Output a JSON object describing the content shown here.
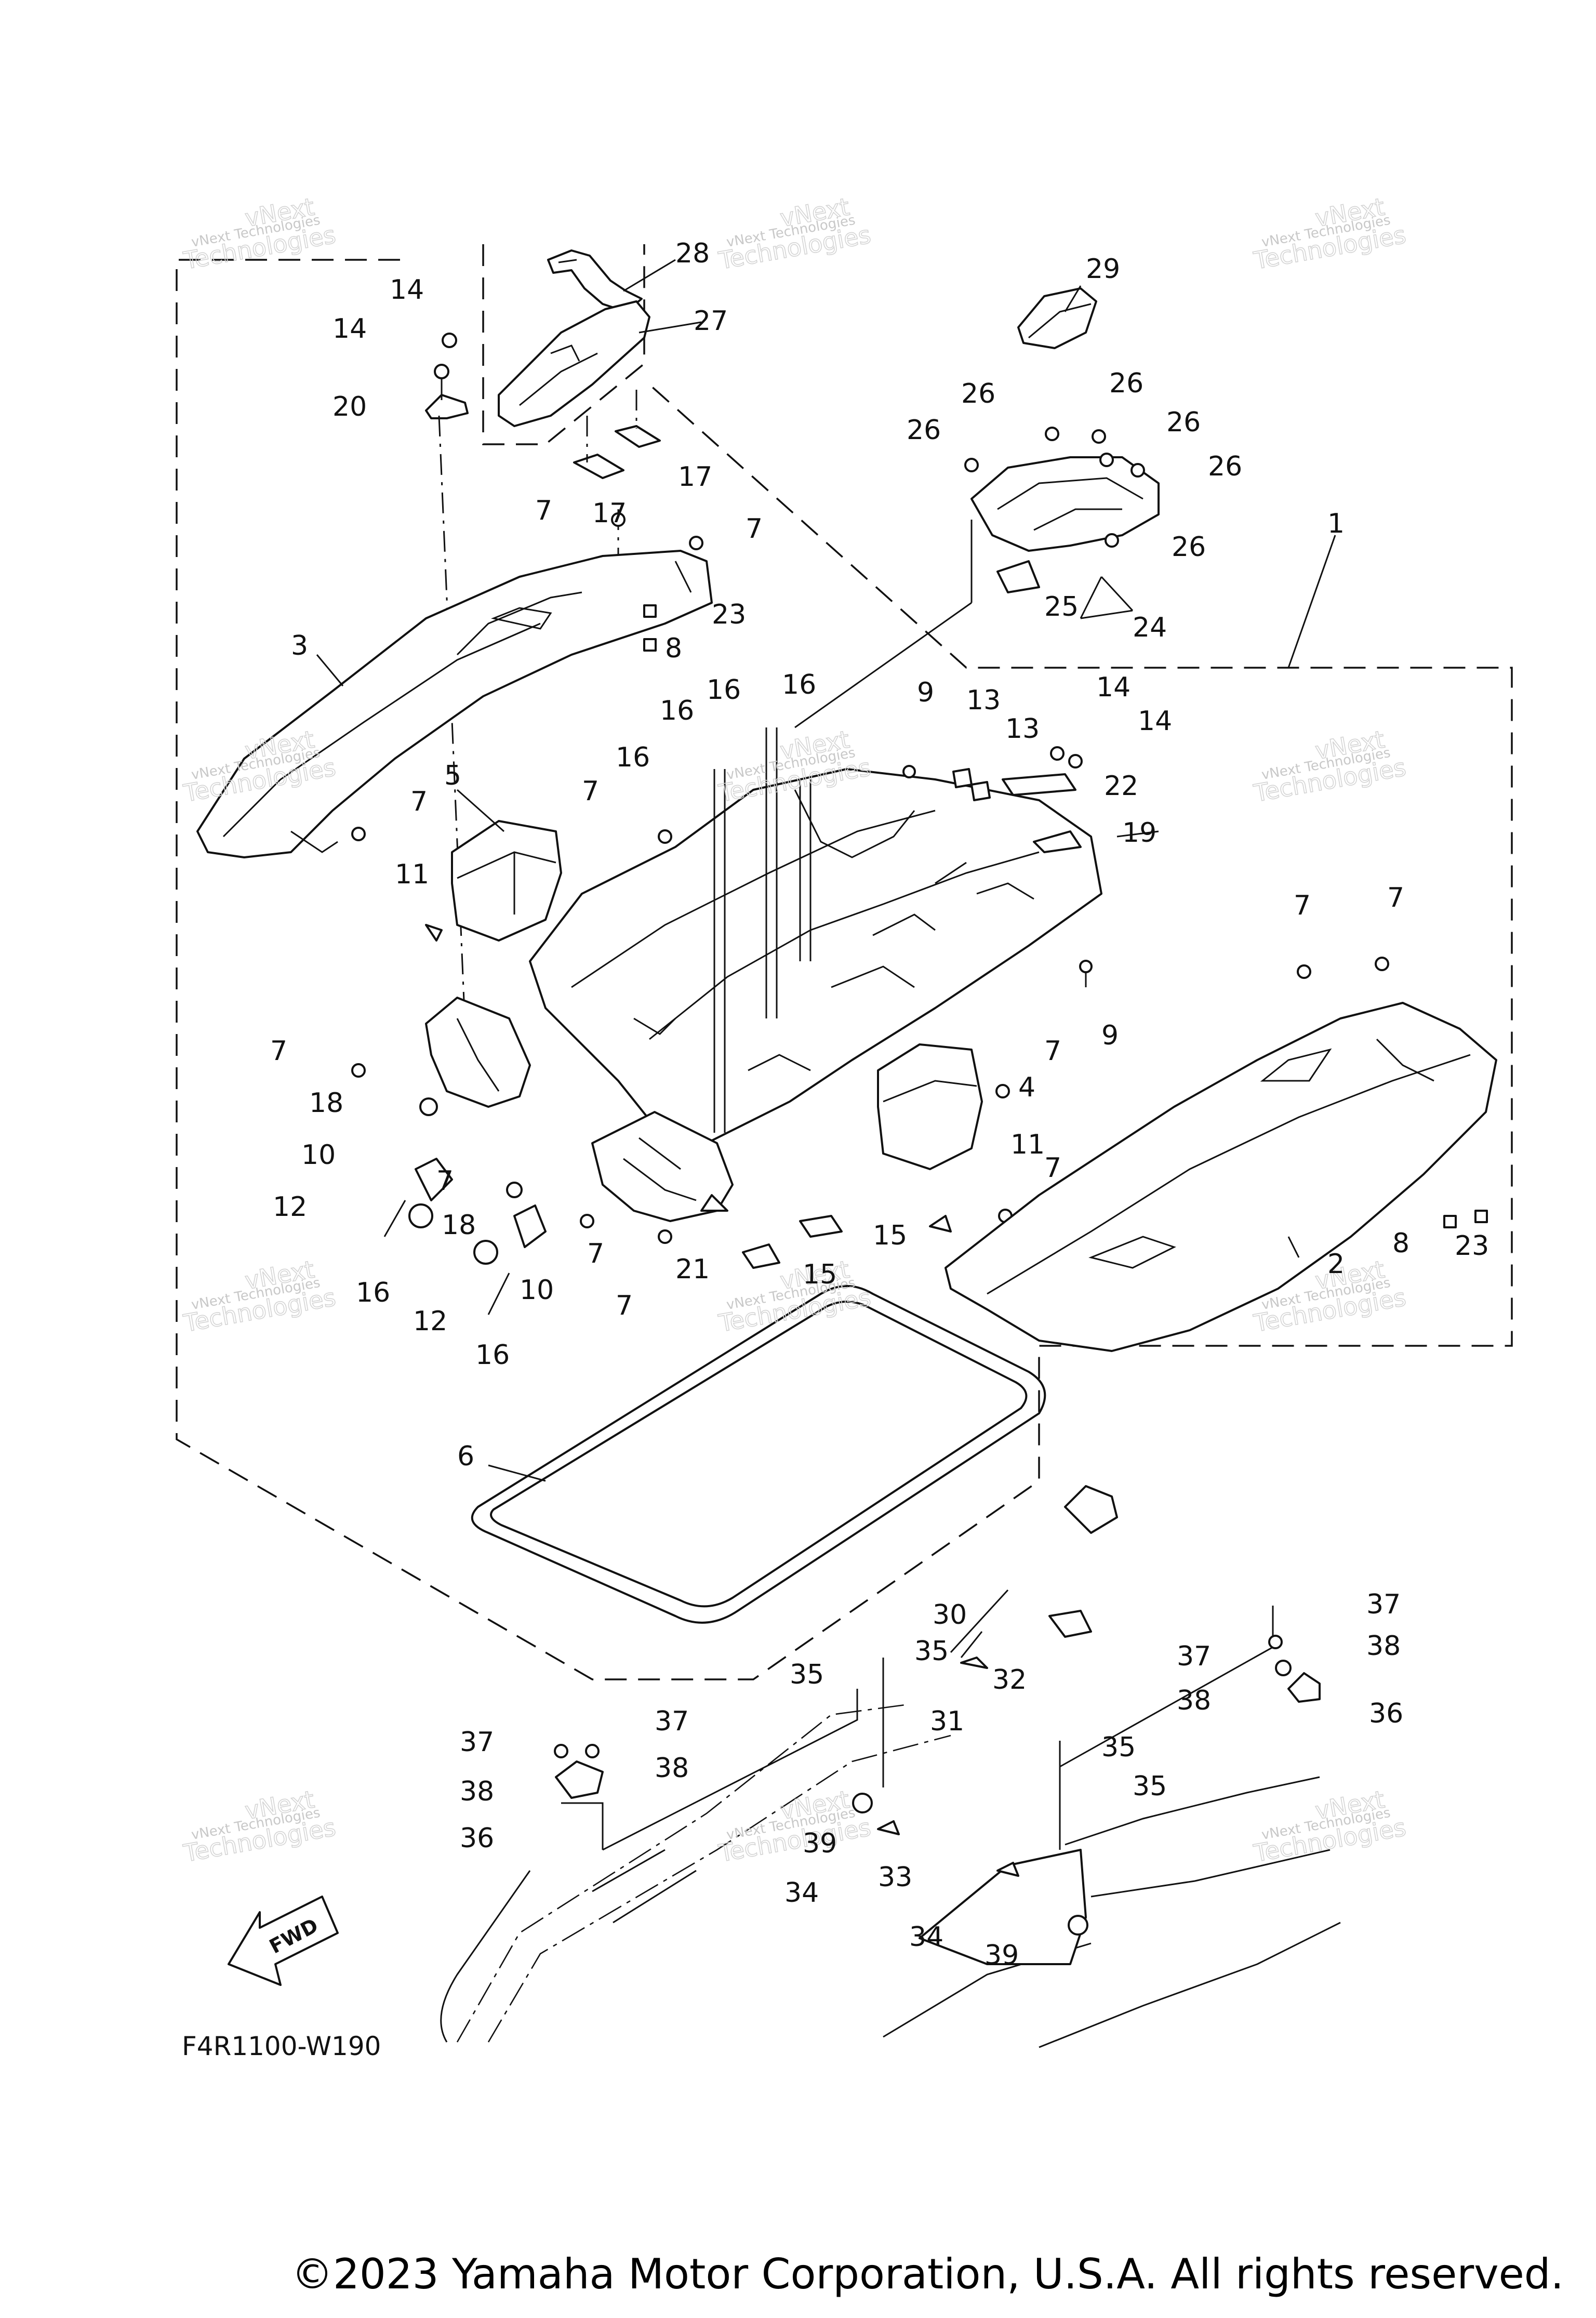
{
  "diagram": {
    "drawing_code": "F4R1100-W190",
    "fwd_label": "FWD",
    "watermark_line1": "vNext Technologies",
    "watermark_line2": "vNext",
    "watermark_line3": "Technologies",
    "callouts": {
      "c1": "1",
      "c2": "2",
      "c3": "3",
      "c4": "4",
      "c5": "5",
      "c6": "6",
      "c7": "7",
      "c8": "8",
      "c9": "9",
      "c10": "10",
      "c11": "11",
      "c12": "12",
      "c13": "13",
      "c14": "14",
      "c15": "15",
      "c16": "16",
      "c17": "17",
      "c18": "18",
      "c19": "19",
      "c20": "20",
      "c21": "21",
      "c22": "22",
      "c23": "23",
      "c24": "24",
      "c25": "25",
      "c26": "26",
      "c27": "27",
      "c28": "28",
      "c29": "29",
      "c30": "30",
      "c31": "31",
      "c32": "32",
      "c33": "33",
      "c34": "34",
      "c35": "35",
      "c36": "36",
      "c37": "37",
      "c38": "38",
      "c39": "39"
    }
  },
  "footer": {
    "copyright": "©2023 Yamaha Motor Corporation, U.S.A. All rights reserved."
  }
}
